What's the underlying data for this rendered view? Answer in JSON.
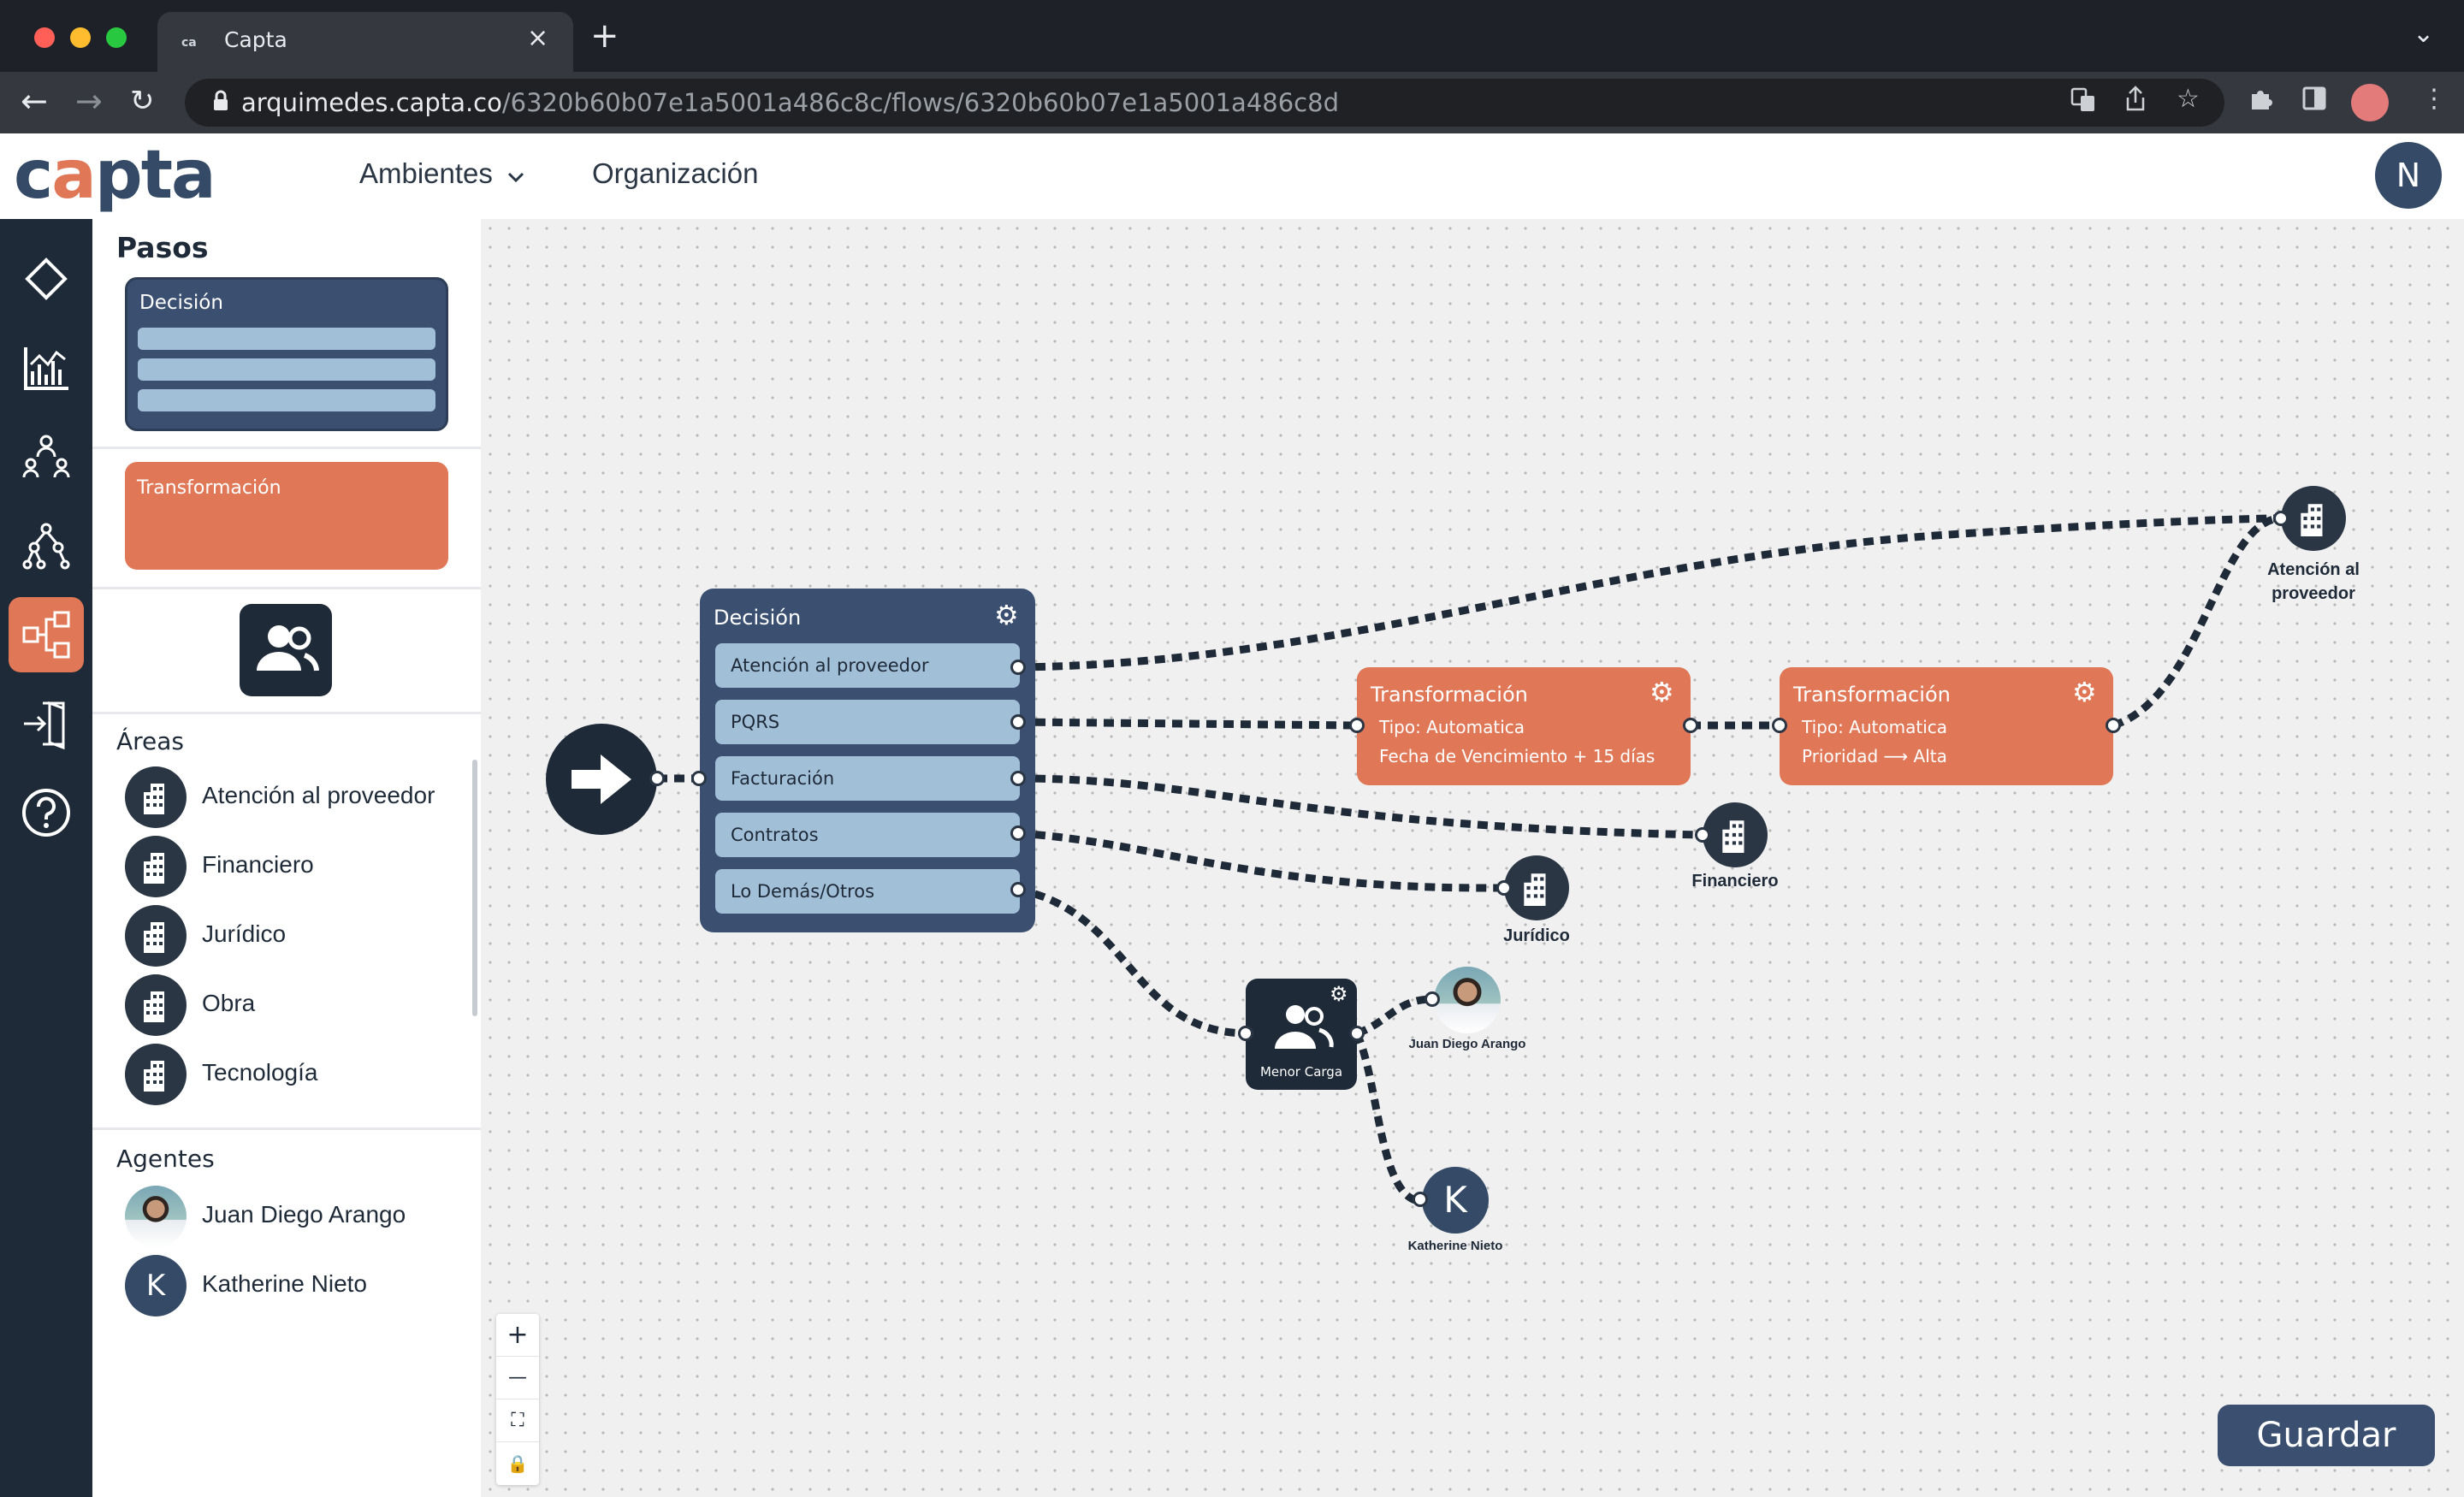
{
  "browser": {
    "tab_title": "Capta",
    "tab_favicon": "ca",
    "url_host": "arquimedes.capta.co",
    "url_path": "/6320b60b07e1a5001a486c8c/flows/6320b60b07e1a5001a486c8d"
  },
  "header": {
    "logo": "capta",
    "nav": [
      "Ambientes",
      "Organización"
    ],
    "user_initial": "N"
  },
  "rail": {
    "items": [
      "tag-icon",
      "chart-icon",
      "people-network-icon",
      "hierarchy-icon",
      "flow-icon",
      "logout-icon",
      "help-icon"
    ],
    "active_index": 4
  },
  "panel": {
    "title": "Pasos",
    "decision_label": "Decisión",
    "transform_label": "Transformación",
    "areas_title": "Áreas",
    "areas": [
      "Atención al proveedor",
      "Financiero",
      "Jurídico",
      "Obra",
      "Tecnología"
    ],
    "agents_title": "Agentes",
    "agents": [
      {
        "name": "Juan Diego Arango",
        "initial": ""
      },
      {
        "name": "Katherine Nieto",
        "initial": "K"
      }
    ]
  },
  "canvas": {
    "decision": {
      "title": "Decisión",
      "options": [
        "Atención al proveedor",
        "PQRS",
        "Facturación",
        "Contratos",
        "Lo Demás/Otros"
      ]
    },
    "transforms": [
      {
        "title": "Transformación",
        "lines": [
          "Tipo: Automatica",
          "Fecha de Vencimiento + 15 días"
        ]
      },
      {
        "title": "Transformación",
        "lines": [
          "Tipo: Automatica",
          "Prioridad ⟶ Alta"
        ]
      }
    ],
    "area_nodes": {
      "atencion": "Atención al proveedor",
      "financiero": "Financiero",
      "juridico": "Jurídico"
    },
    "group_node": {
      "label": "Menor Carga"
    },
    "agent_nodes": {
      "juan": {
        "name": "Juan Diego Arango"
      },
      "katherine": {
        "name": "Katherine Nieto",
        "initial": "K"
      }
    },
    "zoom_controls": [
      "+",
      "—",
      "⛶",
      "🔒"
    ]
  },
  "save_label": "Guardar",
  "colors": {
    "navy": "#3b5070",
    "dark": "#1f2a38",
    "accent": "#e07858",
    "option": "#a2bfd8",
    "canvas_bg": "#f0f0f0"
  }
}
